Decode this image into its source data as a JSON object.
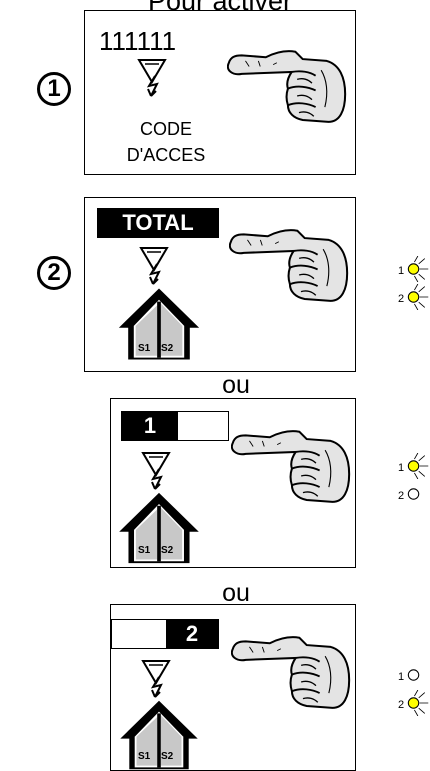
{
  "title": "Pour activer",
  "steps": [
    {
      "number": "1",
      "code": "111111",
      "label_line1": "CODE",
      "label_line2": "D'ACCES"
    },
    {
      "number": "2",
      "key_label": "TOTAL"
    }
  ],
  "separator": "ou",
  "key_partial_1": "1",
  "key_partial_2": "2",
  "house_sectors": [
    "S1",
    "S2"
  ],
  "led_labels": [
    "1",
    "2"
  ],
  "colors": {
    "led_on": "#ffff00",
    "led_off": "#ffffff",
    "house_fill": "#c8c8c8"
  },
  "icons": [
    "hand-pointing-icon",
    "arrow-down-icon",
    "house-icon",
    "led-icon"
  ]
}
